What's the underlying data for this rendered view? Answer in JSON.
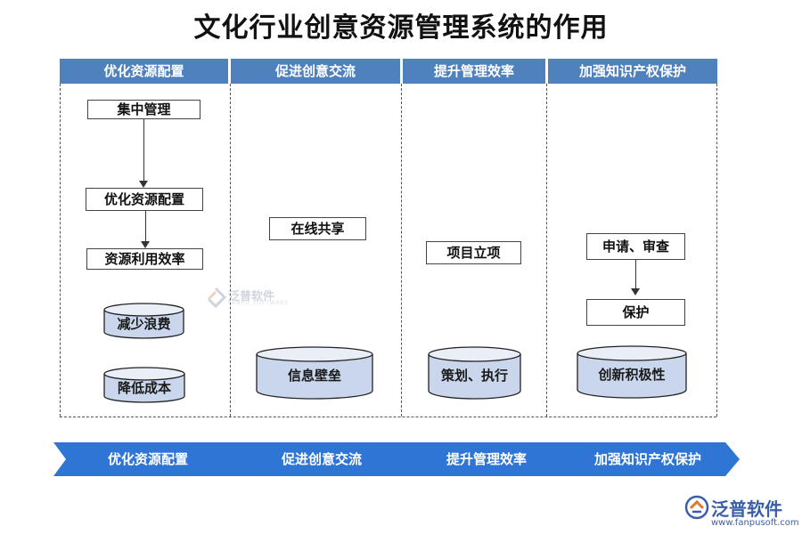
{
  "title": "文化行业创意资源管理系统的作用",
  "columns": [
    {
      "header": "优化资源配置"
    },
    {
      "header": "促进创意交流"
    },
    {
      "header": "提升管理效率"
    },
    {
      "header": "加强知识产权保护"
    }
  ],
  "col1": {
    "box1": "集中管理",
    "box2": "优化资源配置",
    "box3": "资源利用效率",
    "cyl1": "减少浪费",
    "cyl2": "降低成本"
  },
  "col2": {
    "box1": "在线共享",
    "cyl1": "信息壁垒"
  },
  "col3": {
    "box1": "项目立项",
    "cyl1": "策划、执行"
  },
  "col4": {
    "box1": "申请、审查",
    "box2": "保护",
    "cyl1": "创新积极性"
  },
  "chevrons": [
    "优化资源配置",
    "促进创意交流",
    "提升管理效率",
    "加强知识产权保护"
  ],
  "watermark": {
    "name": "泛普软件",
    "sub": "FANPU SOFTWARE"
  },
  "logo": {
    "name": "泛普软件",
    "url": "www.fanpusoft.com"
  },
  "colors": {
    "header": "#4f81bd",
    "chevron": "#2e75d6",
    "cylinder_top": "#e9eef7",
    "cylinder_body": "#c9d6ec"
  }
}
